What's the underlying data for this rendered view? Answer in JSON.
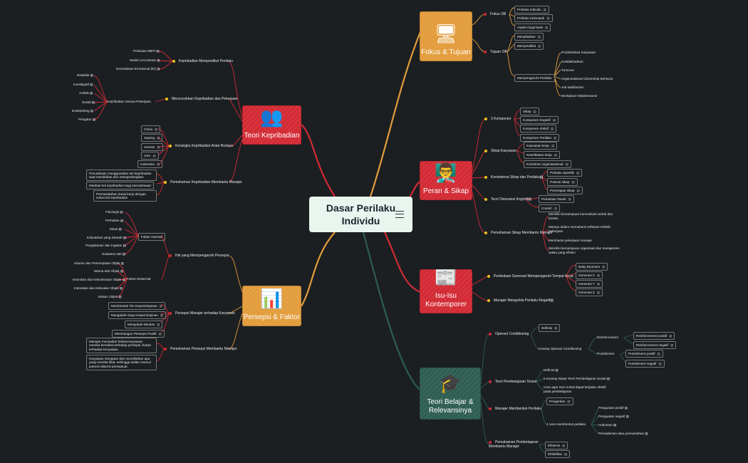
{
  "central": {
    "title": "Dasar Perilaku Individu"
  },
  "colors": {
    "background": "#1b1f22",
    "orange": "#e39c3b",
    "red": "#d32a34",
    "green": "#2e5d52",
    "central": "#e9f6ef"
  },
  "topics": {
    "fokus": {
      "label": "Fokus & Tujuan",
      "icon": "monitor-icon",
      "color": "#e39c3b"
    },
    "kepribadian": {
      "label": "Teori Kepribadian",
      "icon": "people-icon",
      "color": "#d32a34"
    },
    "peran": {
      "label": "Peran & Sikap",
      "icon": "meeting-icon",
      "color": "#d32a34"
    },
    "persepsi": {
      "label": "Persepsi & Faktor",
      "icon": "chart-board-icon",
      "color": "#e39c3b"
    },
    "isu": {
      "label": "Isu-Isu Kontemporer",
      "icon": "newspaper-icon",
      "color": "#d32a34"
    },
    "belajar": {
      "label": "Teori Belajar & Relevansinya",
      "icon": "student-icon",
      "color": "#2e5d52"
    }
  },
  "fokus": {
    "fokus_ob": "Fokus OB",
    "perilaku_individu": "Perilaku Individu",
    "perilaku_kelompok": "Perilaku Kelompok",
    "aspek_organisasi": "Aspek Organisasi",
    "tujuan_ob": "Tujuan OB",
    "menjelaskan": "Menjelaskan",
    "memprediksi": "Memprediksi",
    "mempengaruhi": "Mempengaruhi Perilaku",
    "produktivitas": "Produktivitas Karyawan",
    "ketidakhadiran": "Ketidakhadiran",
    "turnover": "Turnover",
    "ocb": "Organizational Citizenship Behavior",
    "satisfaction": "Job satisfaction",
    "misdemeanor": "Workplace Misdemeanor"
  },
  "kepribadian": {
    "memprediksi": "Kepribadian Memprediksi Perilaku",
    "mbti": "Penilaian MBTI",
    "lima_besar": "Model Lima Besar",
    "ei": "Kecerdasan Emosional (EI)",
    "mencocokkan": "Mencocokkan Kepribadian dan Pekerjaan",
    "sesuai": "Kepribadian Sesuai Pekerjaan",
    "realistis": "Realistis",
    "investigatif": "Investigatif",
    "artistik": "Artistik",
    "sosial": "Sosial",
    "enterprising": "Enterprising",
    "pengatur": "Pengatur",
    "lintas_budaya": "Kerangka Kepribadian Antar Budaya",
    "china": "China",
    "jepang": "Jepang",
    "jerman": "Jerman",
    "usa": "USA",
    "indonesia": "Indonesia",
    "pemahaman": "Pemahaman Kepribadian Membantu Manajer",
    "p1": "Perusahaan menggunakan tes kepribadian saat mendirikan dan memperkerjakan",
    "p2": "Manfaat tes kepribadian bagi perusahaaan",
    "p3": "Permasalahan dunia kerja dengan solusi tes kepribadian"
  },
  "persepsi": {
    "hal": "Hal yang Mempengaruhi Persepsi",
    "internal": "Faktor Internal",
    "fisiologis": "Fisiologis",
    "perhatian": "Perhatian",
    "minat": "Minat",
    "kebutuhan": "Kebutuhan yang Searah",
    "pengalaman": "Pengalaman dan Ingatan",
    "suasana": "Suasana Hati",
    "eksternal": "Faktor Eksternal",
    "ukuran": "Ukuran dan Penempatan Objek",
    "warna": "Warna dari Objek",
    "keunikan": "Keunikan dan Kekontrasan Objek",
    "intensitas": "Intensitas dan Kekuatan Objek",
    "motion": "Motion Objek",
    "persepsi_manajer": "Persepsi Manajer terhadap Karyawan",
    "m1": "Membentuk Tim Kepemimpinan",
    "m2": "Mengubah Gaya Kepemimpinan",
    "m3": "Mengubah Ekuitas",
    "m4": "Membangun Persepsi Positif",
    "pemahaman": "Pemahaman Persepsi Membantu Manajer",
    "n1": "Manajer menyadari bahwa karyawan mereka bereaksi terhadap persepsi, bukan terhadap kenyataan.",
    "n2": "Karyawan mengatur dan menafsirkan apa yang mereka lihat, sehingga selalu muncul potensi distorsi perseptual."
  },
  "peran": {
    "komponen": "3 Komponen",
    "sikap": "Sikap",
    "kognitif": "Komponen Kognitif",
    "afektif": "Komponen Afektif",
    "perilaku": "Komponen Perilaku",
    "sikap_karyawan": "Sikap Karyawan",
    "kepuasan": "Kepuasan kerja",
    "keterlibatan": "Keterlibatan kerja",
    "komitmen": "Komitmen organisasional",
    "konsistensi": "Konsistensi Sikap dan Perilaku",
    "spesifik": "Perilaku Spesifik",
    "potensi": "Potensi sikap",
    "penerapan": "Penerapan sikap",
    "disonansi": "Teori Disonansi Kognitif",
    "pemantau": "Pemantau Tanah",
    "contoh": "Contoh",
    "pemahaman": "Pemahaman Sikap Membantu Manajer",
    "q1": "Memiliki kemampuan komunikasi verbal dan tertulis",
    "q2": "Mampu dalam memahami software terbaik pekerjaan",
    "q3": "Membantu pekerjaan manajer",
    "q4": "Memiliki kemampuan organisasi dan manajemen waktu yang efisien"
  },
  "isu": {
    "perbedaan": "Perbedaan Generasi Mempengaruhi Tempat Kerja",
    "boomers": "Baby Boomers",
    "gen_x": "Generasi X",
    "gen_y": "Generasi Y",
    "gen_z": "Generasi Z",
    "manajer": "Manajer Mengelola Perilaku Negatif"
  },
  "belajar": {
    "operant": "Operant Conditioning",
    "definisi": "Definisi",
    "konsep": "Konsep Operant Conditioning",
    "reinforcement": "Reinforcement",
    "rp": "Reinforcement positif",
    "rn": "Reinforcement negatif",
    "punishment": "Punishment",
    "pp": "Punishment positif",
    "pn": "Punishment negatif",
    "sosial": "Teori Pembelajaran Sosial",
    "definisi2": "Definisi",
    "lima": "5 Konsep Dasar Teori Pembelajaran Sosial",
    "cara": "Cara agar teori sosial dapat berjalan efektif pada pembelajaran",
    "manajer": "Manajer Membentuk Perilaku",
    "pengertian": "Pengertian",
    "empat": "4 cara membentuk perilaku",
    "ppos": "Penguatan positif",
    "pneg": "Penguatan negatif",
    "hukuman": "Hukuman",
    "pemadaman": "Pemadaman atau pemusnahan",
    "implikasi": "Pemahaman Pembelajaran Membantu Manajer",
    "efisiensi": "Efisiensi",
    "efektifitas": "Efektifitas"
  }
}
